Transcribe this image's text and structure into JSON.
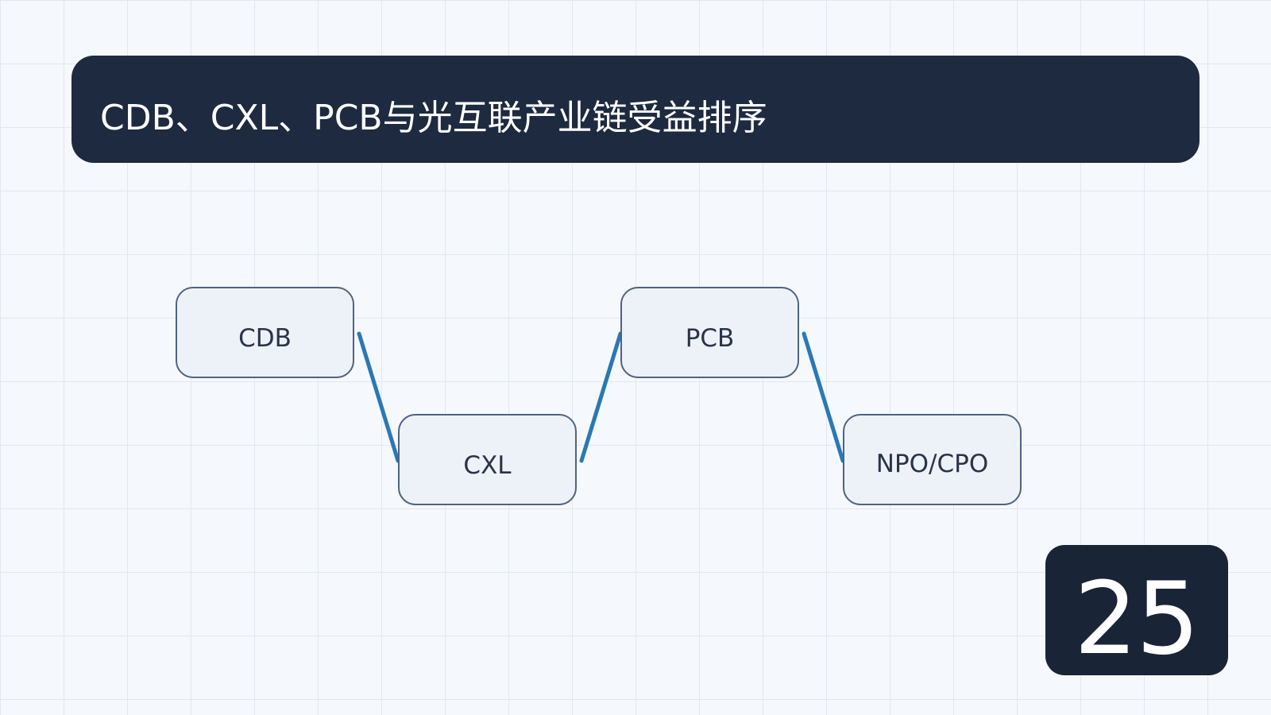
{
  "title": "CDB、CXL、PCB与光互联产业链受益排序",
  "nodes": [
    {
      "label": "CDB"
    },
    {
      "label": "CXL"
    },
    {
      "label": "PCB"
    },
    {
      "label": "NPO/CPO"
    }
  ],
  "page_number": "25",
  "colors": {
    "banner_bg": "#1e2a40",
    "node_fill": "#edf2f9",
    "node_border": "#4f6382",
    "connector": "#2a78b5",
    "badge_bg": "#1a2437"
  }
}
